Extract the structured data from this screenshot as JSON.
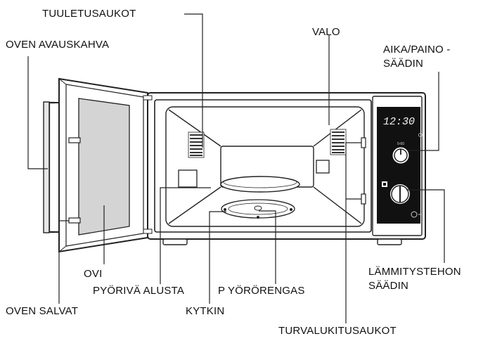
{
  "labels": {
    "tuuletusaukot": "TUULETUSAUKOT",
    "oven_avauskahva": "OVEN AVAUSKAHVA",
    "valo": "VALO",
    "aika_paino_1": "AIKA/PAINO -",
    "aika_paino_2": "SÄÄDIN",
    "ovi": "OVI",
    "pyoriva_alusta": "PYÖRIVÄ ALUSTA",
    "pyororengas": "P YÖRÖRENGAS",
    "lammitystehon_1": "LÄMMITYSTEHON",
    "lammitystehon_2": "SÄÄDIN",
    "oven_salvat": "OVEN SALVAT",
    "kytkin": "KYTKIN",
    "turvalukitusaukot": "TURVALUKITUSAUKOT"
  },
  "display": {
    "time": "12:30"
  }
}
